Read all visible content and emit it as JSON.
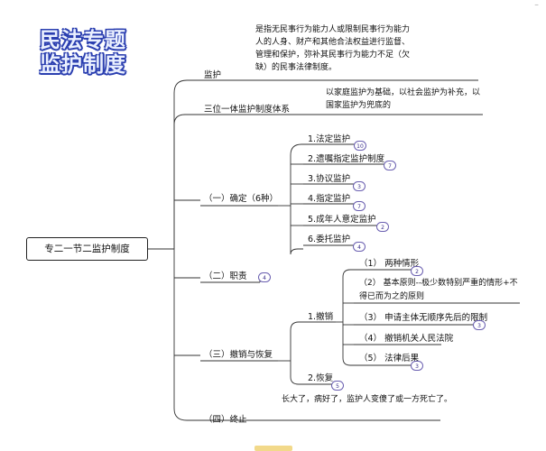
{
  "logo": {
    "line1": "民法专题",
    "line2": "监护制度"
  },
  "corner_label": "−",
  "root": "专二一节二监护制度",
  "nodes": {
    "guardianship": "监护",
    "three_in_one": "三位一体监护制度体系",
    "determine": "（一）确定（6种）",
    "duty": "（二）职责",
    "revoke_restore": "（三）撤销与恢复",
    "terminate": "（四）终止"
  },
  "notes": {
    "guardianship_def": "是指无民事行为能力人或限制民事行为能力人的人身、财产和其他合法权益进行监督、管理和保护，弥补其民事行为能力不足（欠缺）的民事法律制度。",
    "three_in_one_def": "以家庭监护为基础，以社会监护为补充，以国家监护为兜底的",
    "terminate_def": "长大了，病好了，监护人变傻了或一方死亡了。"
  },
  "determine_items": [
    {
      "label": "1.法定监护",
      "badge": "10"
    },
    {
      "label": "2.遗嘱指定监护制度",
      "badge": "7"
    },
    {
      "label": "3.协议监护",
      "badge": "3"
    },
    {
      "label": "4.指定监护",
      "badge": "7"
    },
    {
      "label": "5.成年人意定监护",
      "badge": "2"
    },
    {
      "label": "6.委托监护",
      "badge": "4"
    }
  ],
  "duty_badge": "4",
  "revoke": {
    "label": "1.撤销",
    "items": [
      {
        "label": "（1）  两种情形",
        "badge": "2"
      },
      {
        "label": "（2）  基本原则--极少数特别严重的情形+不得已而为之的原则",
        "badge": ""
      },
      {
        "label": "（3）  申请主体无顺序先后的限制",
        "badge": "3"
      },
      {
        "label": "（4）  撤销机关人民法院",
        "badge": ""
      },
      {
        "label": "（5）  法律后果",
        "badge": "3"
      }
    ]
  },
  "restore": {
    "label": "2.恢复",
    "badge": "5"
  }
}
